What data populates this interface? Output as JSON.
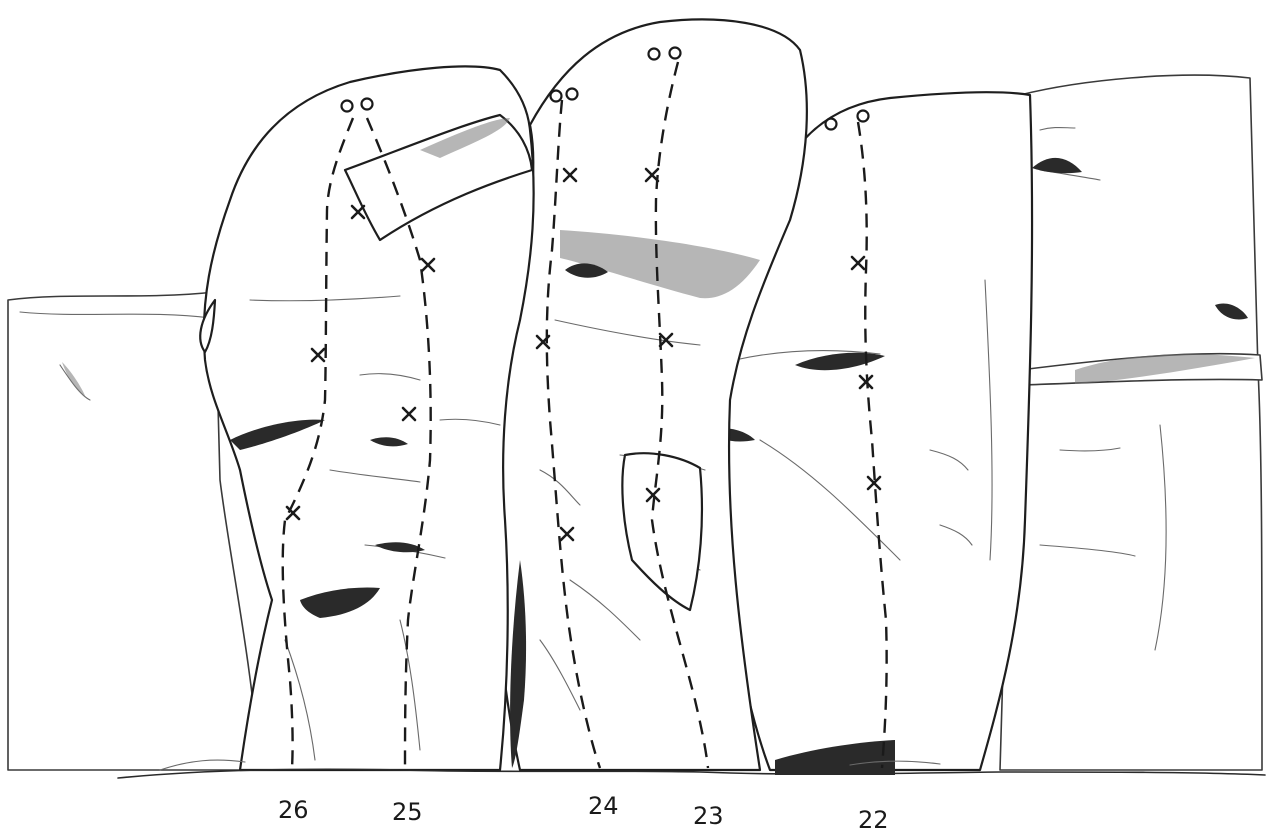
{
  "routes": [
    {
      "number": "26"
    },
    {
      "number": "25"
    },
    {
      "number": "24"
    },
    {
      "number": "23"
    },
    {
      "number": "22"
    }
  ]
}
